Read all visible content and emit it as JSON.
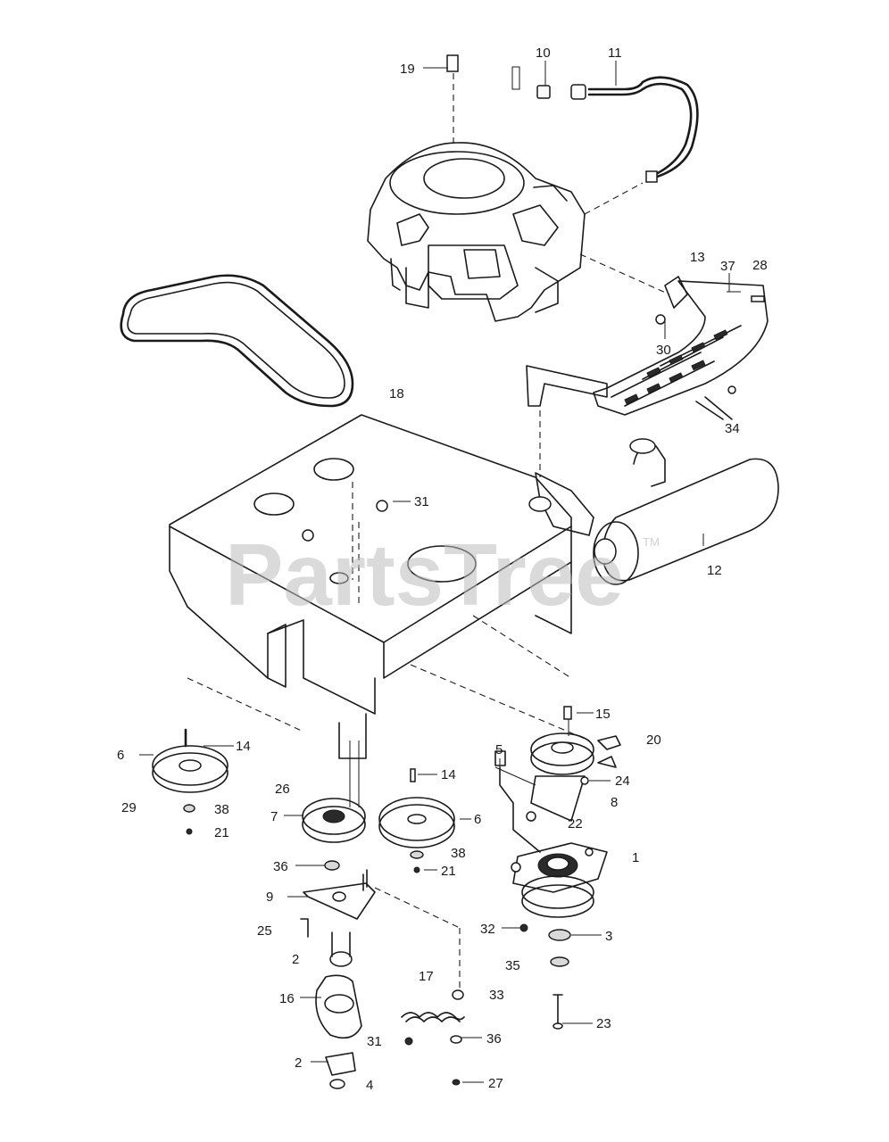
{
  "watermark": {
    "text": "PartsTree",
    "trademark": "TM"
  },
  "callouts": [
    {
      "label": "19"
    },
    {
      "label": "10"
    },
    {
      "label": "11"
    },
    {
      "label": "13"
    },
    {
      "label": "37"
    },
    {
      "label": "28"
    },
    {
      "label": "30"
    },
    {
      "label": "18"
    },
    {
      "label": "34"
    },
    {
      "label": "31"
    },
    {
      "label": "12"
    },
    {
      "label": "15"
    },
    {
      "label": "14"
    },
    {
      "label": "6"
    },
    {
      "label": "29"
    },
    {
      "label": "38"
    },
    {
      "label": "21"
    },
    {
      "label": "14"
    },
    {
      "label": "26"
    },
    {
      "label": "7"
    },
    {
      "label": "6"
    },
    {
      "label": "36"
    },
    {
      "label": "38"
    },
    {
      "label": "21"
    },
    {
      "label": "9"
    },
    {
      "label": "25"
    },
    {
      "label": "2"
    },
    {
      "label": "16"
    },
    {
      "label": "17"
    },
    {
      "label": "33"
    },
    {
      "label": "31"
    },
    {
      "label": "36"
    },
    {
      "label": "2"
    },
    {
      "label": "4"
    },
    {
      "label": "27"
    },
    {
      "label": "5"
    },
    {
      "label": "20"
    },
    {
      "label": "24"
    },
    {
      "label": "8"
    },
    {
      "label": "22"
    },
    {
      "label": "1"
    },
    {
      "label": "32"
    },
    {
      "label": "3"
    },
    {
      "label": "35"
    },
    {
      "label": "23"
    }
  ]
}
